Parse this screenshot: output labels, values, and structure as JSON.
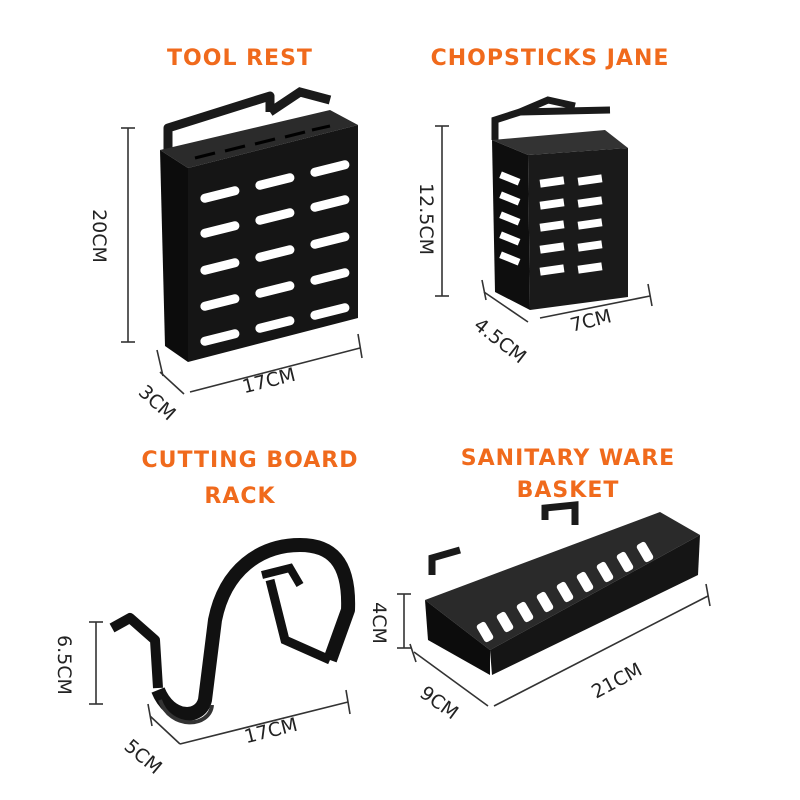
{
  "products": {
    "tool_rest": {
      "title": "TOOL REST",
      "height": "20CM",
      "width": "17CM",
      "depth": "3CM"
    },
    "chopsticks": {
      "title": "CHOPSTICKS JANE",
      "height": "12.5CM",
      "width": "7CM",
      "depth": "4.5CM"
    },
    "cutting_board": {
      "title_line1": "CUTTING BOARD",
      "title_line2": "RACK",
      "height": "6.5CM",
      "width": "17CM",
      "depth": "5CM"
    },
    "basket": {
      "title_line1": "SANITARY WARE",
      "title_line2": "BASKET",
      "height": "4CM",
      "width": "21CM",
      "depth": "9CM"
    }
  },
  "colors": {
    "title": "#f06a1c",
    "product": "#111111",
    "dimension_line": "#333333"
  }
}
